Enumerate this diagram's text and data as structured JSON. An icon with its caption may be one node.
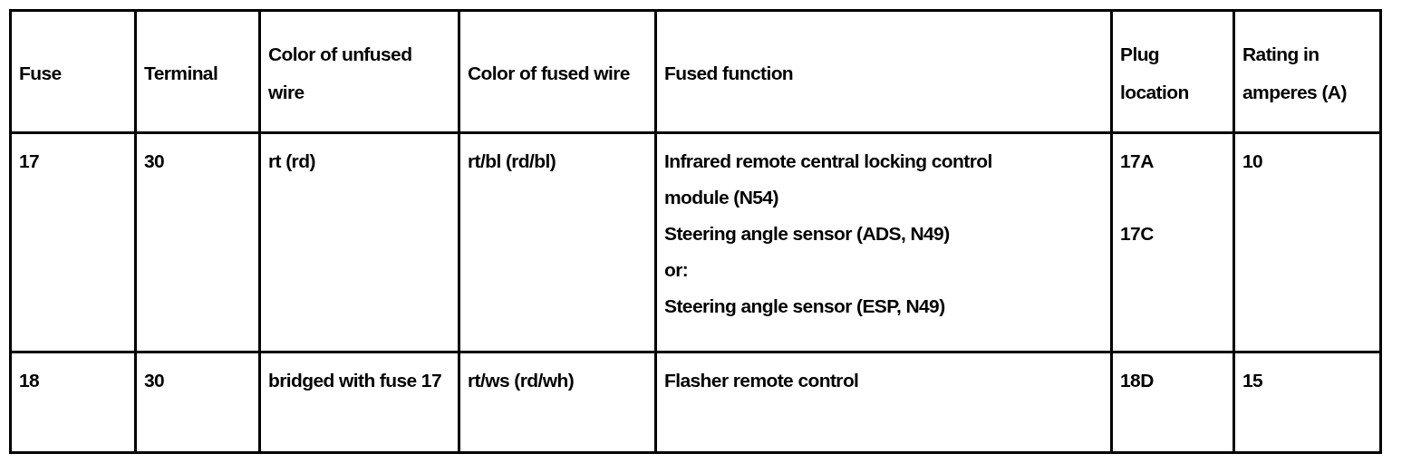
{
  "diagram": {
    "labels": [
      "Fuse",
      "Terminal",
      "Color of unfused wire",
      "Color of fused wire",
      "Fused function",
      "Plug location",
      "Rating in amperes (A)",
      "17",
      "30",
      "rt (rd)",
      "rt/bl (rd/bl)",
      "Infrared remote central locking control module (N54)",
      "Steering angle sensor (ADS, N49)",
      "or:",
      "Steering angle sensor (ESP, N49)",
      "17A",
      "17C",
      "10",
      "18",
      "30",
      "bridged with fuse 17",
      "rt/ws (rd/wh)",
      "Flasher remote control",
      "18D",
      "15"
    ]
  }
}
